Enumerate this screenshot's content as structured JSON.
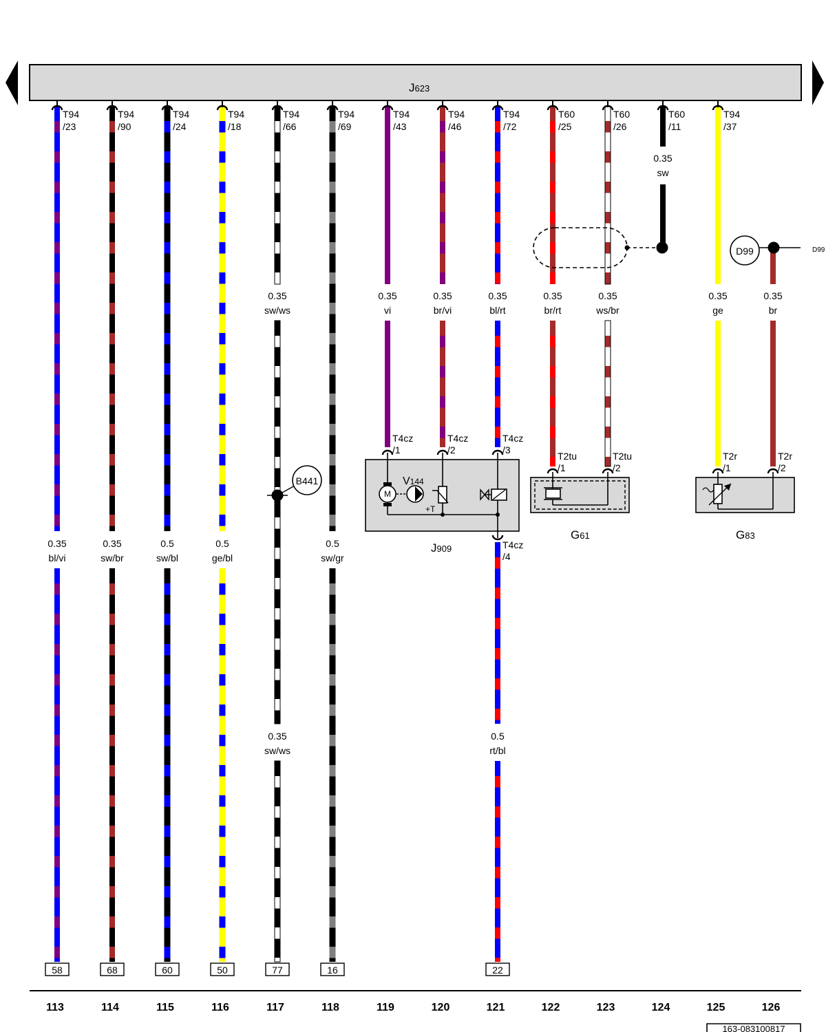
{
  "colors": {
    "bl": "#0000ff",
    "vi": "#800080",
    "sw": "#000000",
    "br": "#a52a2a",
    "ge": "#ffff00",
    "ws": "#ffffff",
    "gr": "#808080",
    "rt": "#ff0000"
  },
  "control_unit": {
    "label": "J",
    "sub": "623"
  },
  "nav": {
    "left": "previous-page-arrow",
    "right": "next-page-arrow"
  },
  "wires": [
    {
      "col": "113",
      "pin_a": "T94",
      "pin_b": "/23",
      "colors": [
        "bl",
        "vi"
      ],
      "labels": [
        {
          "size": "0.35",
          "code": "bl/vi"
        }
      ],
      "end_box": "58"
    },
    {
      "col": "114",
      "pin_a": "T94",
      "pin_b": "/90",
      "colors": [
        "sw",
        "br"
      ],
      "labels": [
        {
          "size": "0.35",
          "code": "sw/br"
        }
      ],
      "end_box": "68"
    },
    {
      "col": "115",
      "pin_a": "T94",
      "pin_b": "/24",
      "colors": [
        "sw",
        "bl"
      ],
      "labels": [
        {
          "size": "0.5",
          "code": "sw/bl"
        }
      ],
      "end_box": "60"
    },
    {
      "col": "116",
      "pin_a": "T94",
      "pin_b": "/18",
      "colors": [
        "ge",
        "bl"
      ],
      "labels": [
        {
          "size": "0.5",
          "code": "ge/bl"
        }
      ],
      "end_box": "50"
    },
    {
      "col": "117",
      "pin_a": "T94",
      "pin_b": "/66",
      "colors": [
        "sw",
        "ws"
      ],
      "labels": [
        {
          "size": "0.35",
          "code": "sw/ws"
        },
        {
          "size": "0.35",
          "code": "sw/ws"
        }
      ],
      "end_box": "77"
    },
    {
      "col": "118",
      "pin_a": "T94",
      "pin_b": "/69",
      "colors": [
        "sw",
        "gr"
      ],
      "labels": [
        {
          "size": "0.5",
          "code": "sw/gr"
        }
      ],
      "end_box": "16"
    },
    {
      "col": "119",
      "pin_a": "T94",
      "pin_b": "/43",
      "colors": [
        "vi"
      ],
      "labels": [
        {
          "size": "0.35",
          "code": "vi"
        }
      ]
    },
    {
      "col": "120",
      "pin_a": "T94",
      "pin_b": "/46",
      "colors": [
        "br",
        "vi"
      ],
      "labels": [
        {
          "size": "0.35",
          "code": "br/vi"
        }
      ]
    },
    {
      "col": "121",
      "pin_a": "T94",
      "pin_b": "/72",
      "colors": [
        "bl",
        "rt"
      ],
      "labels": [
        {
          "size": "0.35",
          "code": "bl/rt"
        },
        {
          "size": "0.5",
          "code": "rt/bl"
        }
      ],
      "end_box": "22"
    },
    {
      "col": "122",
      "pin_a": "T60",
      "pin_b": "/25",
      "colors": [
        "br",
        "rt"
      ],
      "labels": [
        {
          "size": "0.35",
          "code": "br/rt"
        }
      ]
    },
    {
      "col": "123",
      "pin_a": "T60",
      "pin_b": "/26",
      "colors": [
        "ws",
        "br"
      ],
      "labels": [
        {
          "size": "0.35",
          "code": "ws/br"
        }
      ]
    },
    {
      "col": "124",
      "pin_a": "T60",
      "pin_b": "/11",
      "colors": [
        "sw"
      ],
      "labels": [
        {
          "size": "0.35",
          "code": "sw"
        }
      ]
    },
    {
      "col": "125",
      "pin_a": "T94",
      "pin_b": "/37",
      "colors": [
        "ge"
      ],
      "labels": [
        {
          "size": "0.35",
          "code": "ge"
        }
      ]
    },
    {
      "col": "126",
      "colors": [
        "br"
      ],
      "labels": [
        {
          "size": "0.35",
          "code": "br"
        }
      ]
    }
  ],
  "connectors": {
    "j909_1": {
      "a": "T4cz",
      "b": "/1"
    },
    "j909_2": {
      "a": "T4cz",
      "b": "/2"
    },
    "j909_3": {
      "a": "T4cz",
      "b": "/3"
    },
    "j909_4": {
      "a": "T4cz",
      "b": "/4"
    },
    "g61_1": {
      "a": "T2tu",
      "b": "/1"
    },
    "g61_2": {
      "a": "T2tu",
      "b": "/2"
    },
    "g83_1": {
      "a": "T2r",
      "b": "/1"
    },
    "g83_2": {
      "a": "T2r",
      "b": "/2"
    }
  },
  "components": {
    "j909": {
      "label": "J",
      "sub": "909"
    },
    "v144": {
      "label": "V",
      "sub": "144"
    },
    "motor": "M",
    "temp": "+T",
    "g61": {
      "label": "G",
      "sub": "61"
    },
    "g83": {
      "label": "G",
      "sub": "83"
    }
  },
  "splices": {
    "b441": "B441",
    "d99": "D99",
    "d99_ref": "D99"
  },
  "doc_id": "163-083100817"
}
